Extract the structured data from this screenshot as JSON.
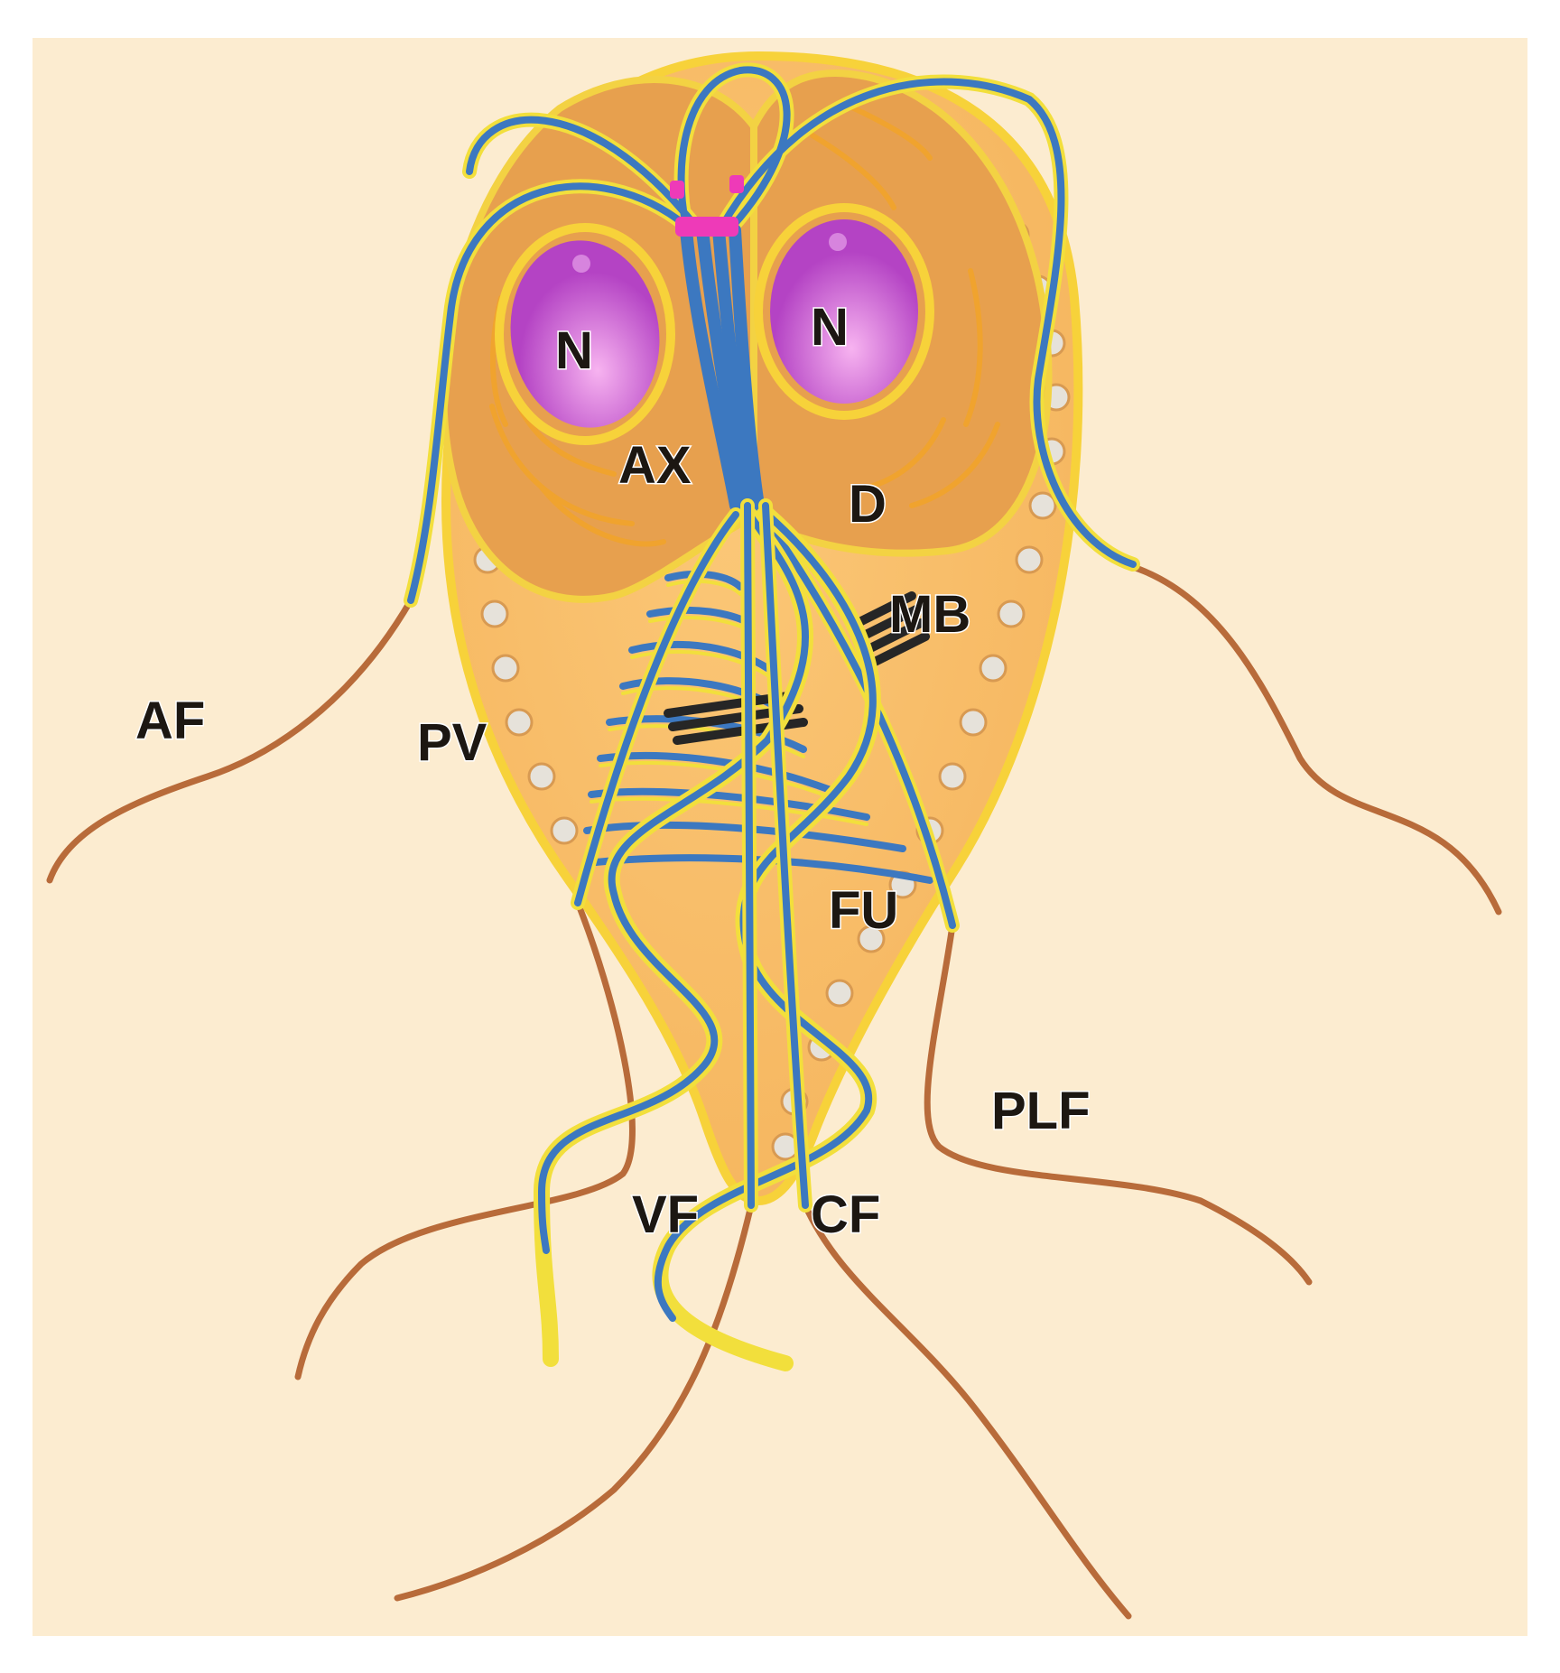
{
  "diagram": {
    "colors": {
      "background": "#fcecd0",
      "frame": "#ffffff",
      "cell_body": "#f5b45c",
      "cell_border": "#f7d23a",
      "disc": "#e7a04e",
      "nucleus": "#b443c4",
      "nucleus_highlight": "#f7b3f0",
      "flagellum_blue": "#3c78c0",
      "flagellum_yellow": "#f2df3c",
      "free_flagellum": "#b86b3a",
      "basal_body": "#ee3ab8",
      "vacuole": "#e6e2da",
      "median_body": "#262626",
      "label_text": "#1c1712"
    },
    "labels": {
      "nucleus_left": "N",
      "nucleus_right": "N",
      "axonemes": "AX",
      "ventral_disc": "D",
      "median_body": "MB",
      "anterior_flagella": "AF",
      "peripheral_vacuoles": "PV",
      "funis": "FU",
      "posterolateral_flagella": "PLF",
      "ventral_flagella": "VF",
      "caudal_flagella": "CF"
    }
  }
}
